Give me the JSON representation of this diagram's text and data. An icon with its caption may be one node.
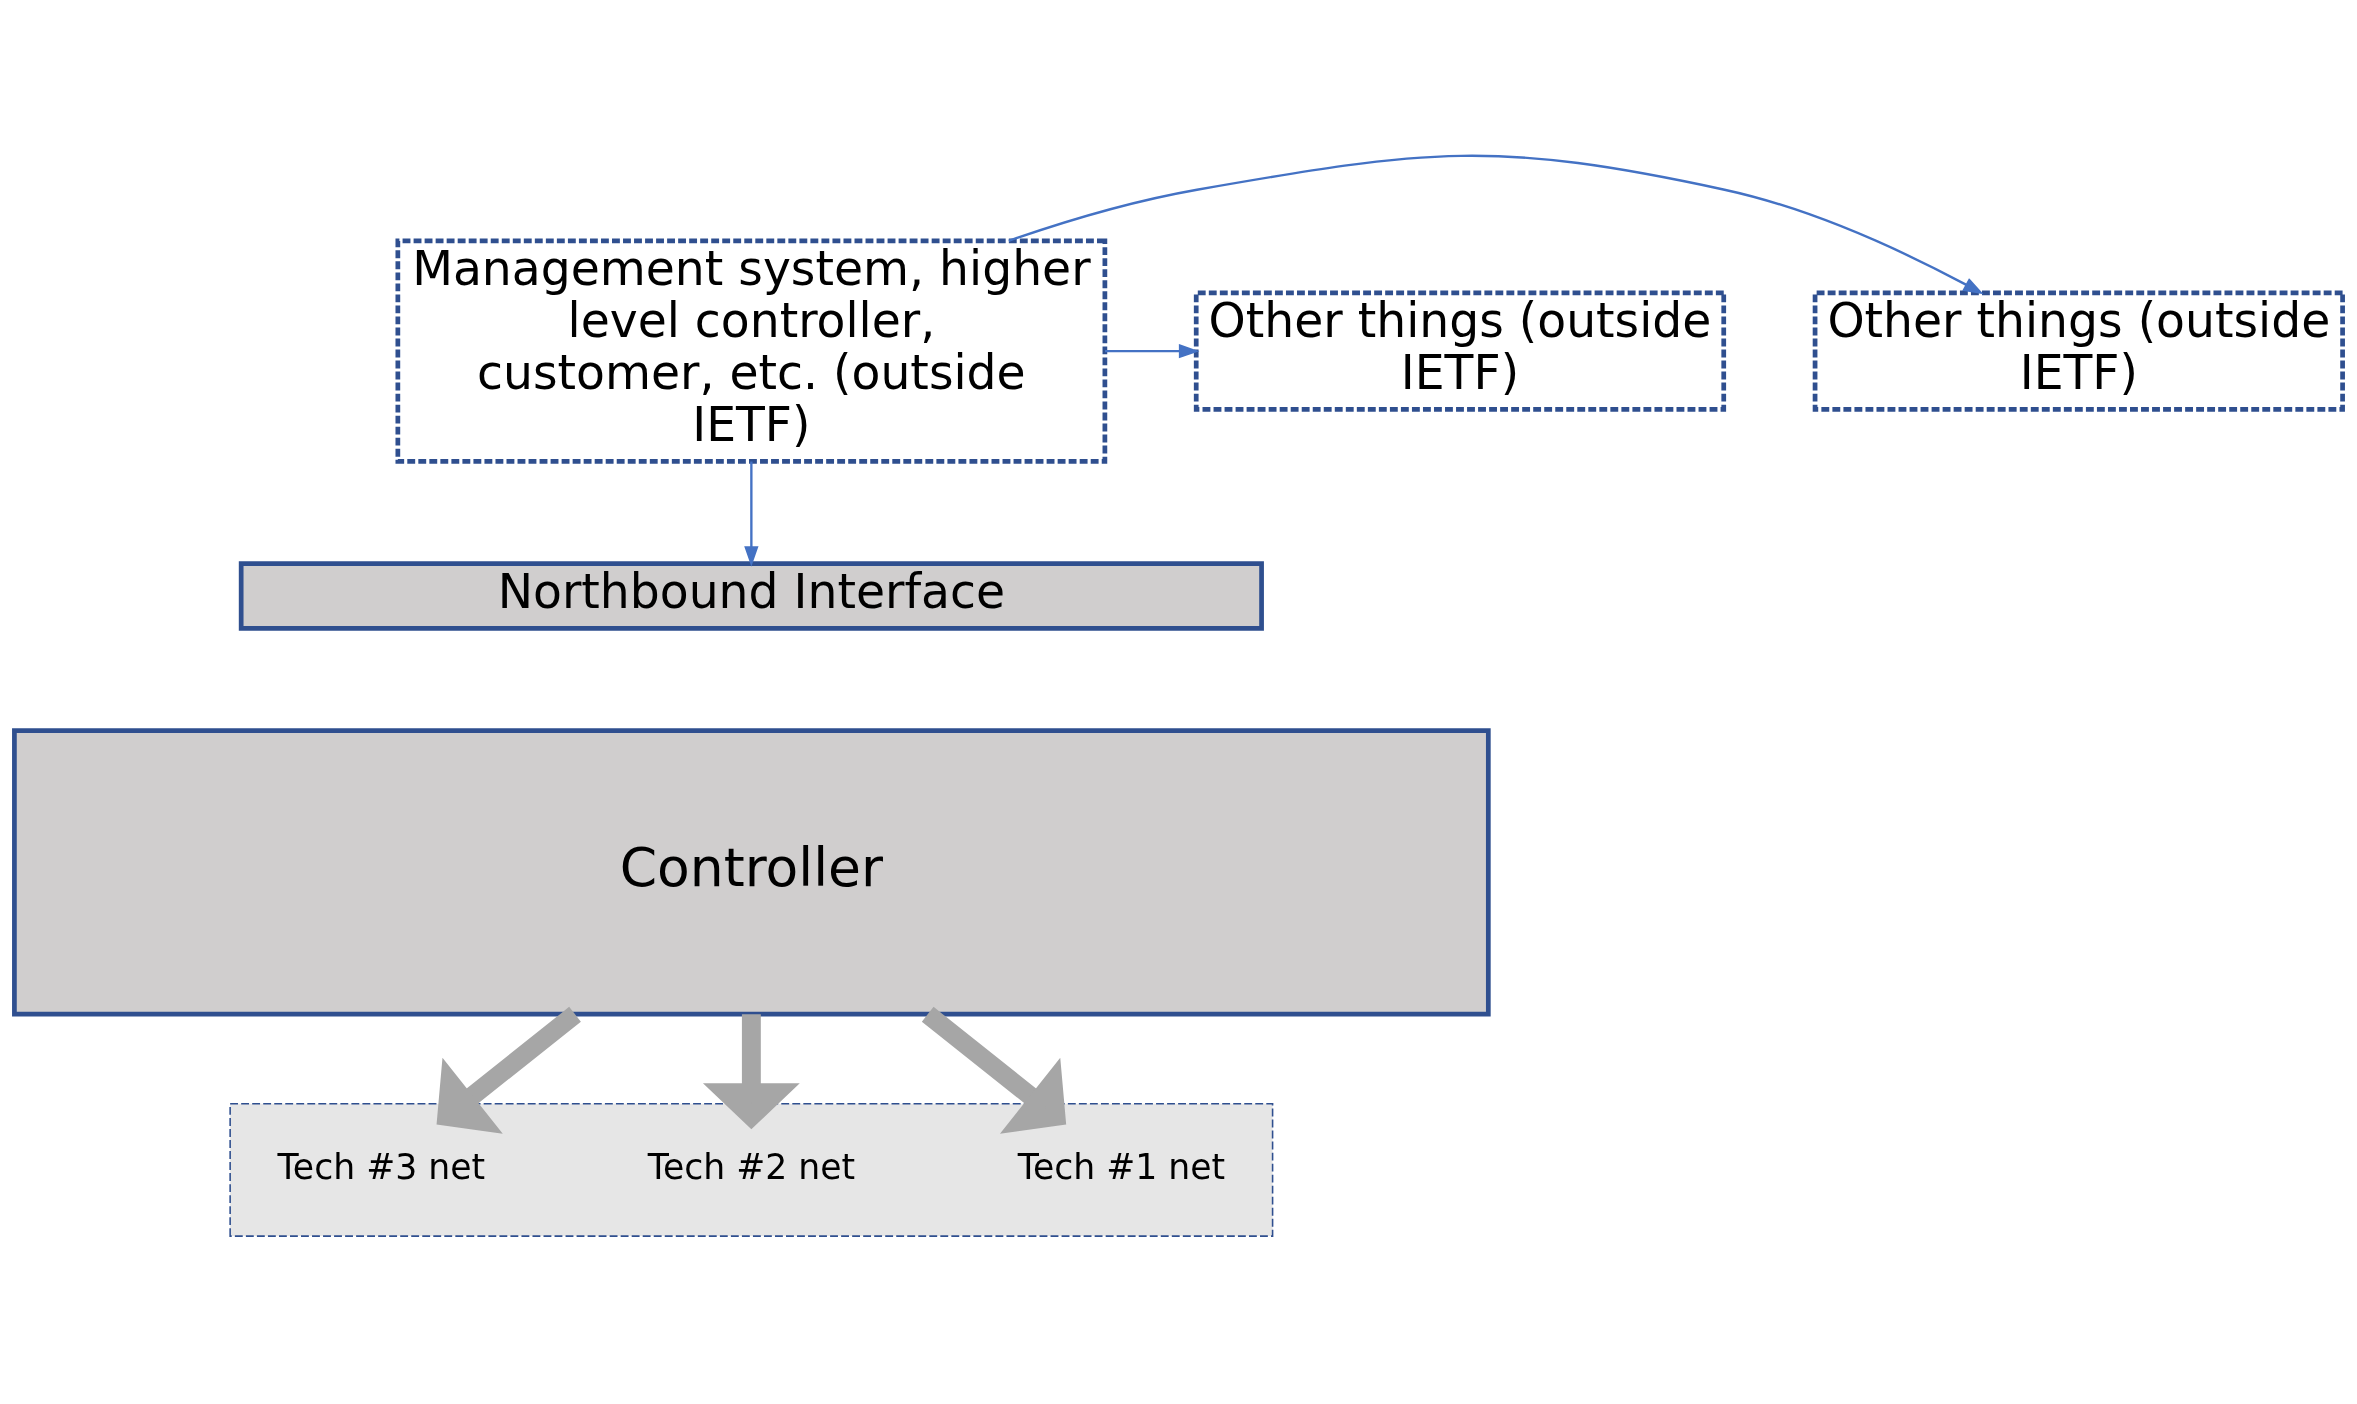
{
  "diagram": {
    "nodes": [
      {
        "text": [
          "Management system, higher level controller, customer, etc. (outside IETF)"
        ]
      },
      {
        "text": [
          "Other things (outside IETF)"
        ]
      },
      {
        "text": [
          "Other things (outside IETF)"
        ]
      },
      {
        "text": [
          "Northbound Interface"
        ]
      },
      {
        "text": [
          "Controller"
        ]
      },
      {
        "text": [],
        "shape": "cloud"
      },
      {
        "text": [
          "Tech #1 net"
        ],
        "in": 5
      },
      {
        "text": [
          "Tech #2 net"
        ],
        "in": 5
      },
      {
        "text": [
          "Tech #3 net"
        ],
        "in": 5
      }
    ],
    "edges": [
      {
        "from": 0,
        "to": 1,
        "arrow": "to"
      },
      {
        "from": 0,
        "to": 2,
        "arrow": "to"
      },
      {
        "from": 0,
        "to": 3,
        "arrow": "to"
      },
      {
        "from": 4,
        "to": 6,
        "arrow": "to",
        "style": "thick",
        "color": "#a6a6a6"
      },
      {
        "from": 4,
        "to": 7,
        "arrow": "to",
        "style": "thick",
        "color": "#a6a6a6"
      },
      {
        "from": 4,
        "to": 8,
        "arrow": "to",
        "style": "thick",
        "color": "#a6a6a6"
      }
    ]
  }
}
